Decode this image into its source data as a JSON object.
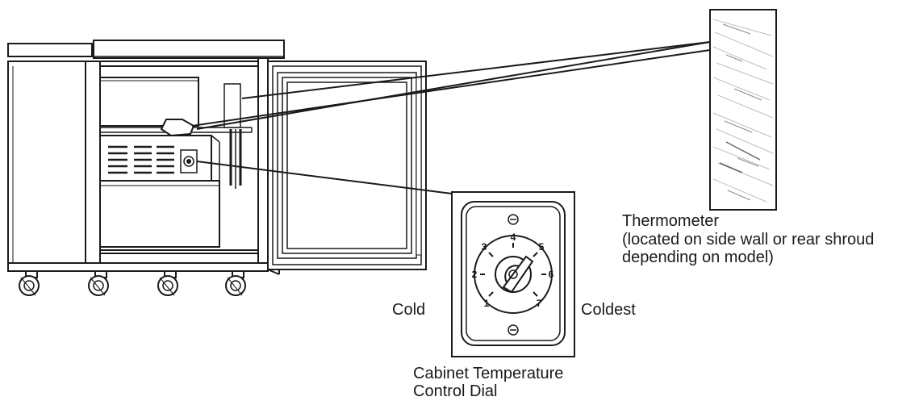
{
  "labels": {
    "thermometer_title": "Thermometer",
    "thermometer_note": "(located on side wall or rear shroud depending on model)",
    "cold": "Cold",
    "coldest": "Coldest",
    "dial_title_line1": "Cabinet Temperature",
    "dial_title_line2": "Control Dial"
  },
  "dial": {
    "numbers": [
      "1",
      "2",
      "3",
      "4",
      "5",
      "6",
      "7"
    ]
  },
  "colors": {
    "line": "#1a1a1a",
    "fill": "#ffffff",
    "shade": "#bdbdbd"
  }
}
